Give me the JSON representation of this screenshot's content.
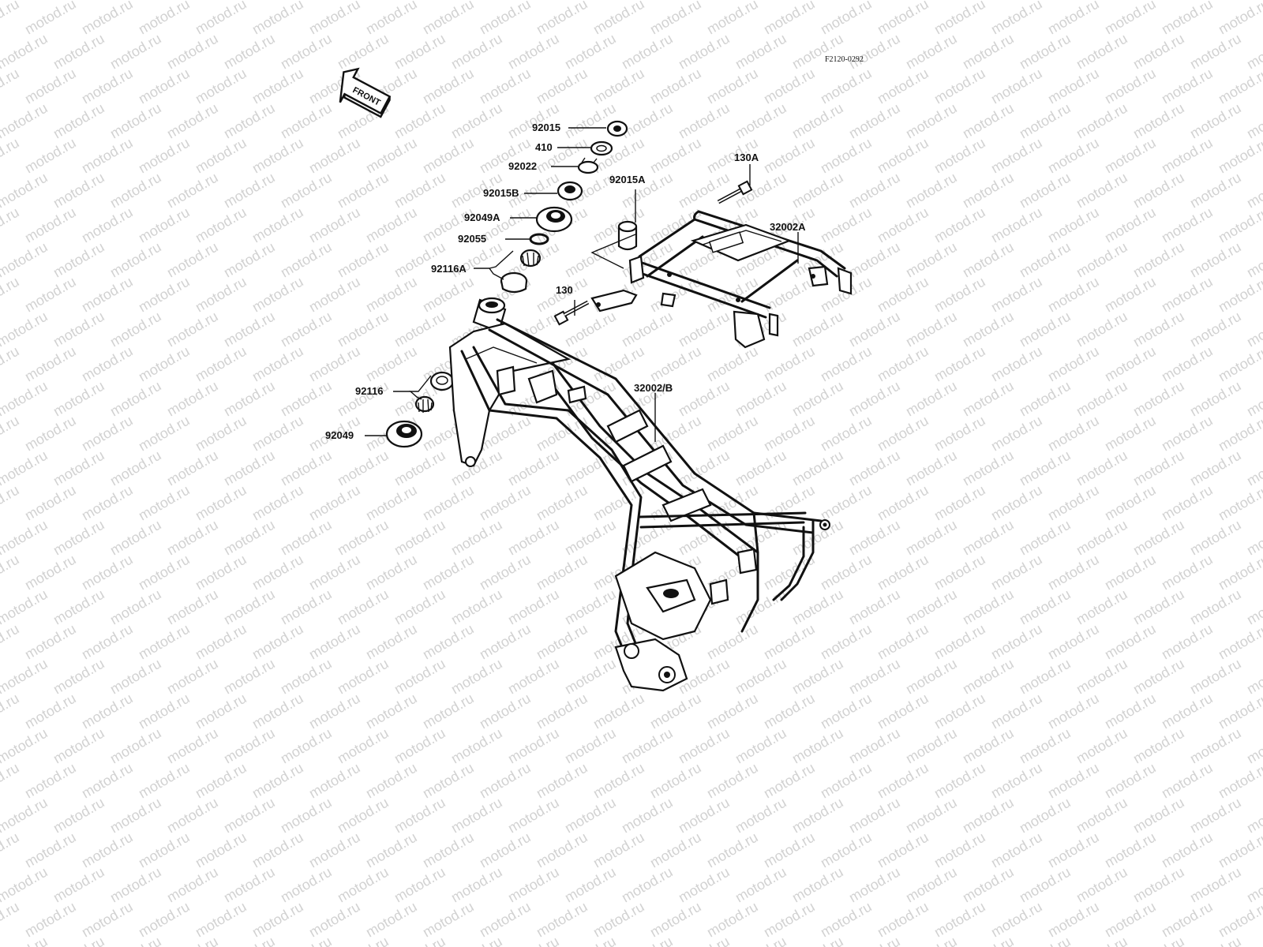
{
  "diagram": {
    "ref_code": "F2120-0292",
    "front_arrow_label": "FRONT",
    "watermark_text": "motod.ru",
    "parts": [
      {
        "id": "p92015",
        "label": "92015"
      },
      {
        "id": "p410",
        "label": "410"
      },
      {
        "id": "p92022",
        "label": "92022"
      },
      {
        "id": "p92015B",
        "label": "92015B"
      },
      {
        "id": "p92049A",
        "label": "92049A"
      },
      {
        "id": "p92055",
        "label": "92055"
      },
      {
        "id": "p92116A",
        "label": "92116A"
      },
      {
        "id": "p92116",
        "label": "92116"
      },
      {
        "id": "p92049",
        "label": "92049"
      },
      {
        "id": "p92015A",
        "label": "92015A"
      },
      {
        "id": "p130A",
        "label": "130A"
      },
      {
        "id": "p130",
        "label": "130"
      },
      {
        "id": "p32002A",
        "label": "32002A"
      },
      {
        "id": "p32002B",
        "label": "32002/B"
      }
    ],
    "colors": {
      "ink": "#111111",
      "watermark": "#d2d2d2",
      "background": "#ffffff"
    }
  }
}
